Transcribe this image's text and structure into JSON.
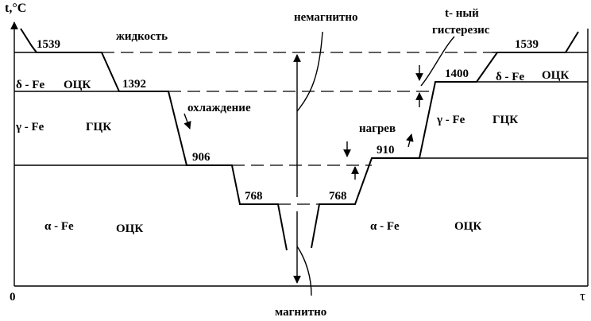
{
  "axes": {
    "y_label": "t,°C",
    "x_label": "τ",
    "origin": "0"
  },
  "labels": {
    "liquid": "жидкость",
    "nonmagnetic": "немагнитно",
    "magnetic": "магнитно",
    "hysteresis_line1": "t- ный",
    "hysteresis_line2": "гистерезис",
    "cooling": "охлаждение",
    "heating": "нагрев"
  },
  "temperatures": {
    "t1539_left": "1539",
    "t1539_right": "1539",
    "t1392": "1392",
    "t1400": "1400",
    "t906": "906",
    "t910": "910",
    "t768_left": "768",
    "t768_right": "768"
  },
  "phases": {
    "delta_left": "δ - Fe",
    "delta_left_lattice": "ОЦК",
    "delta_right": "δ - Fe",
    "delta_right_lattice": "ОЦК",
    "gamma_left": "γ - Fe",
    "gamma_left_lattice": "ГЦК",
    "gamma_right": "γ - Fe",
    "gamma_right_lattice": "ГЦК",
    "alpha_left": "α - Fe",
    "alpha_left_lattice": "ОЦК",
    "alpha_right": "α - Fe",
    "alpha_right_lattice": "ОЦК"
  }
}
